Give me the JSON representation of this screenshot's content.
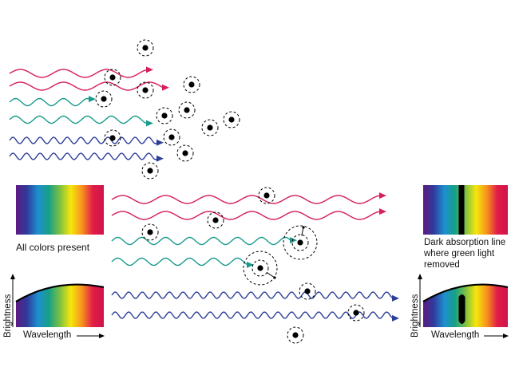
{
  "colors": {
    "red": "#d51f5b",
    "green": "#1a9a8c",
    "blue": "#2c3f98",
    "spectrum": [
      "#5d1a83",
      "#2f3b9a",
      "#1e8fd0",
      "#16a085",
      "#7dc042",
      "#f6e60b",
      "#f7941d",
      "#e11d48",
      "#d0134a"
    ]
  },
  "left_spectrum": {
    "caption": "All colors present",
    "xlabel": "Wavelength",
    "ylabel": "Brightness",
    "absorption_line": false
  },
  "right_spectrum": {
    "caption": "Dark absorption line where green light removed",
    "xlabel": "Wavelength",
    "ylabel": "Brightness",
    "absorption_line": true,
    "removed_color": "green"
  },
  "icons": [
    "atom-icon",
    "photon-wave-icon",
    "absorption-ring-icon"
  ]
}
